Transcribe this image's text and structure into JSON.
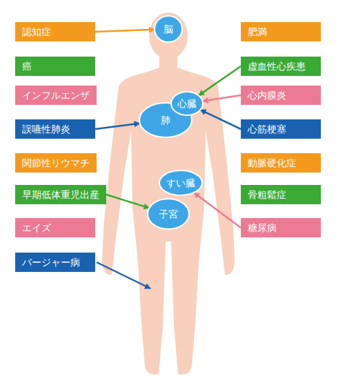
{
  "diagram": {
    "nodes": [
      {
        "text": [
          "認知症"
        ]
      },
      {
        "text": [
          "脳"
        ]
      },
      {
        "text": [
          "肥満"
        ]
      },
      {
        "text": [
          "癌"
        ]
      },
      {
        "text": [
          "虚血性心疾患"
        ]
      },
      {
        "text": [
          "インフルエンザ"
        ]
      },
      {
        "text": [
          "心臓"
        ]
      },
      {
        "text": [
          "心内膜炎"
        ]
      },
      {
        "text": [
          "誤嚥性肺炎"
        ]
      },
      {
        "text": [
          "肺"
        ]
      },
      {
        "text": [
          "心筋梗塞"
        ]
      },
      {
        "text": [
          "関節性リウマチ"
        ]
      },
      {
        "text": [
          "動脈硬化症"
        ]
      },
      {
        "text": [
          "すい臓"
        ]
      },
      {
        "text": [
          "早期低体重児出産"
        ]
      },
      {
        "text": [
          "骨粗鬆症"
        ]
      },
      {
        "text": [
          "子宮"
        ]
      },
      {
        "text": [
          "エイズ"
        ]
      },
      {
        "text": [
          "糖尿病"
        ]
      },
      {
        "text": [
          "バージャー病"
        ]
      }
    ],
    "edges": [
      {
        "from": 0,
        "to": 1,
        "arrow": "to"
      },
      {
        "from": 4,
        "to": 6,
        "arrow": "to"
      },
      {
        "from": 7,
        "to": 6,
        "arrow": "to"
      },
      {
        "from": 8,
        "to": 9,
        "arrow": "to"
      },
      {
        "from": 10,
        "to": 6,
        "arrow": "to"
      },
      {
        "from": 14,
        "to": 16,
        "arrow": "to"
      },
      {
        "from": 18,
        "to": 13,
        "arrow": "to"
      }
    ]
  }
}
